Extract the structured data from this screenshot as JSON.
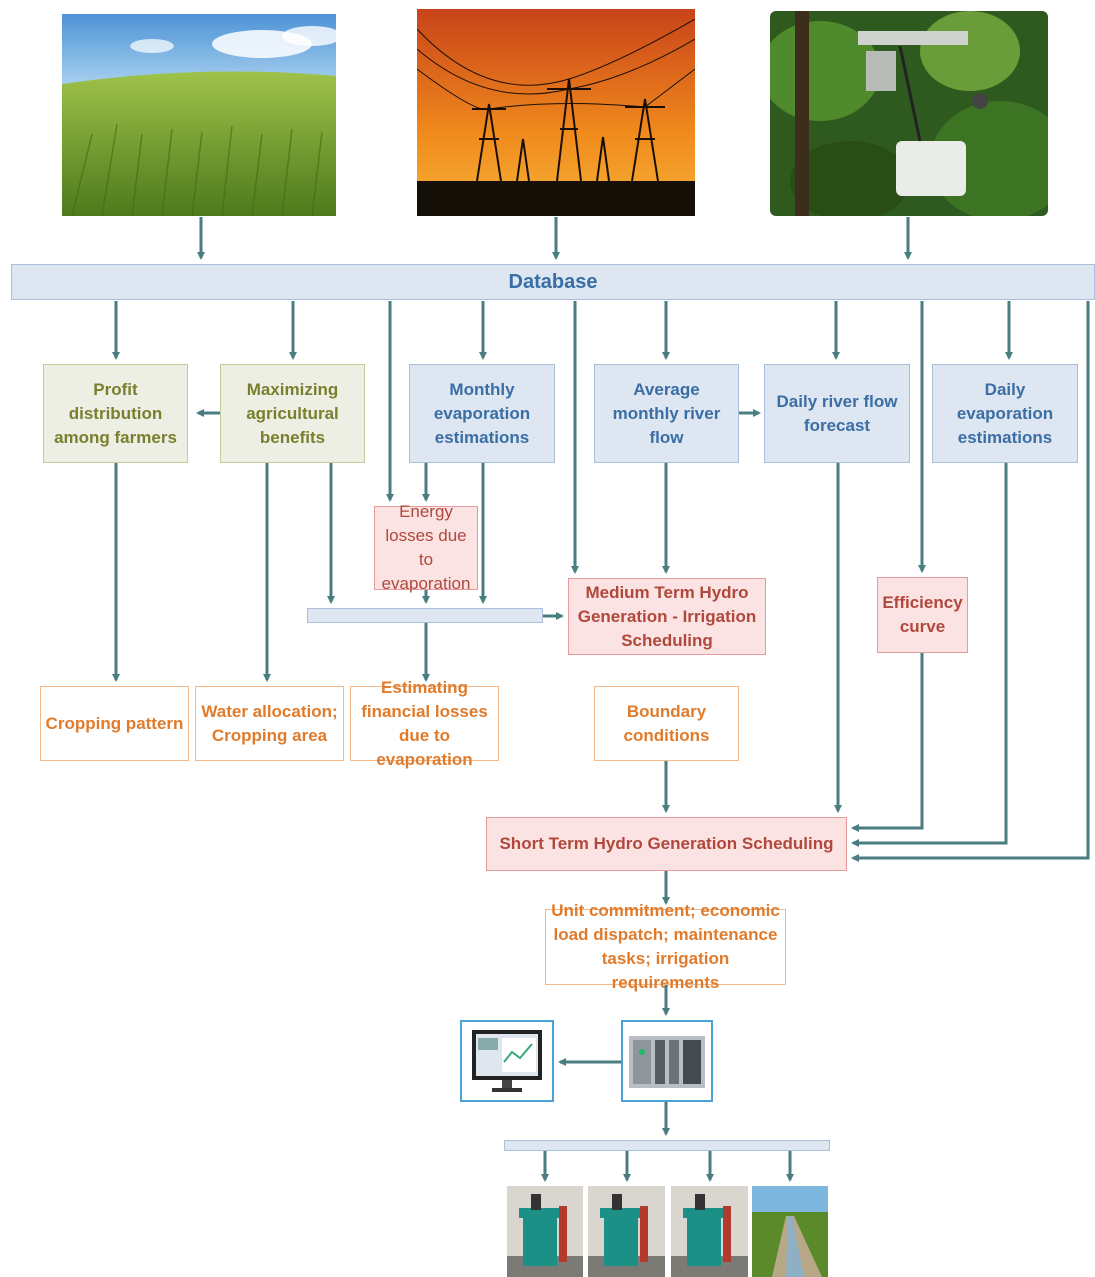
{
  "database": {
    "label": "Database"
  },
  "boxes": {
    "profit": "Profit distribution among farmers",
    "maximizing": "Maximizing agricultural benefits",
    "monthly_evap": "Monthly evaporation estimations",
    "avg_flow": "Average monthly river flow",
    "daily_flow": "Daily river flow forecast",
    "daily_evap": "Daily evaporation estimations",
    "energy_losses": "Energy losses due to evaporation",
    "medium_term": "Medium Term Hydro Generation - Irrigation Scheduling",
    "efficiency": "Efficiency curve",
    "cropping": "Cropping pattern",
    "water_alloc": "Water allocation; Cropping area",
    "fin_losses": "Estimating financial losses due to evaporation",
    "boundary": "Boundary conditions",
    "short_term": "Short Term Hydro Generation Scheduling",
    "unit_commit": "Unit commitment; economic load dispatch; maintenance tasks; irrigation requirements"
  },
  "colors": {
    "arrow": "#4a7d82",
    "green_fill": "#eeefe4",
    "blue_fill": "#dde6f1",
    "pink_fill": "#fbe3e3",
    "orange_border": "#f5b889"
  }
}
